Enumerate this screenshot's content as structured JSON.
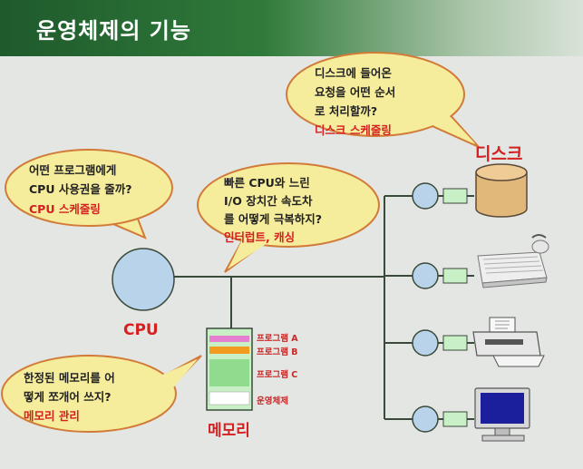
{
  "title": "운영체제의 기능",
  "cpu_label": "CPU",
  "memory_label": "메모리",
  "disk_label": "디스크",
  "memory_blocks": [
    {
      "label": "프로그램 A",
      "color": "#e77fd0"
    },
    {
      "label": "프로그램 B",
      "color": "#f29b20"
    },
    {
      "label": "프로그램 C",
      "color": "#8fdc8f"
    },
    {
      "label": "운영체제",
      "color": "#ffffff"
    }
  ],
  "bubbles": {
    "cpu": {
      "lines": [
        "어떤 프로그램에게",
        "CPU 사용권을 줄까?"
      ],
      "answer": "CPU 스케줄링"
    },
    "io": {
      "lines": [
        "빠른 CPU와 느린",
        "I/O 장치간 속도차",
        "를 어떻게 극복하지?"
      ],
      "answer": "인터럽트, 캐싱"
    },
    "disk": {
      "lines": [
        "디스크에 들어온",
        "요청을 어떤 순서",
        "로 처리할까?"
      ],
      "answer": "디스크 스케줄링"
    },
    "memory": {
      "lines": [
        "한정된 메모리를 어",
        "떻게 쪼개어 쓰지?"
      ],
      "answer": "메모리 관리"
    }
  },
  "colors": {
    "bubble_fill": "#f5ec9c",
    "bubble_stroke": "#d27b38",
    "node_fill": "#b9d4ea",
    "line": "#3a4a3a",
    "answer_red": "#d42020",
    "title_green": "#2f7a3a"
  },
  "devices": [
    {
      "name": "disk-icon"
    },
    {
      "name": "keyboard-icon"
    },
    {
      "name": "printer-icon"
    },
    {
      "name": "monitor-icon"
    }
  ]
}
